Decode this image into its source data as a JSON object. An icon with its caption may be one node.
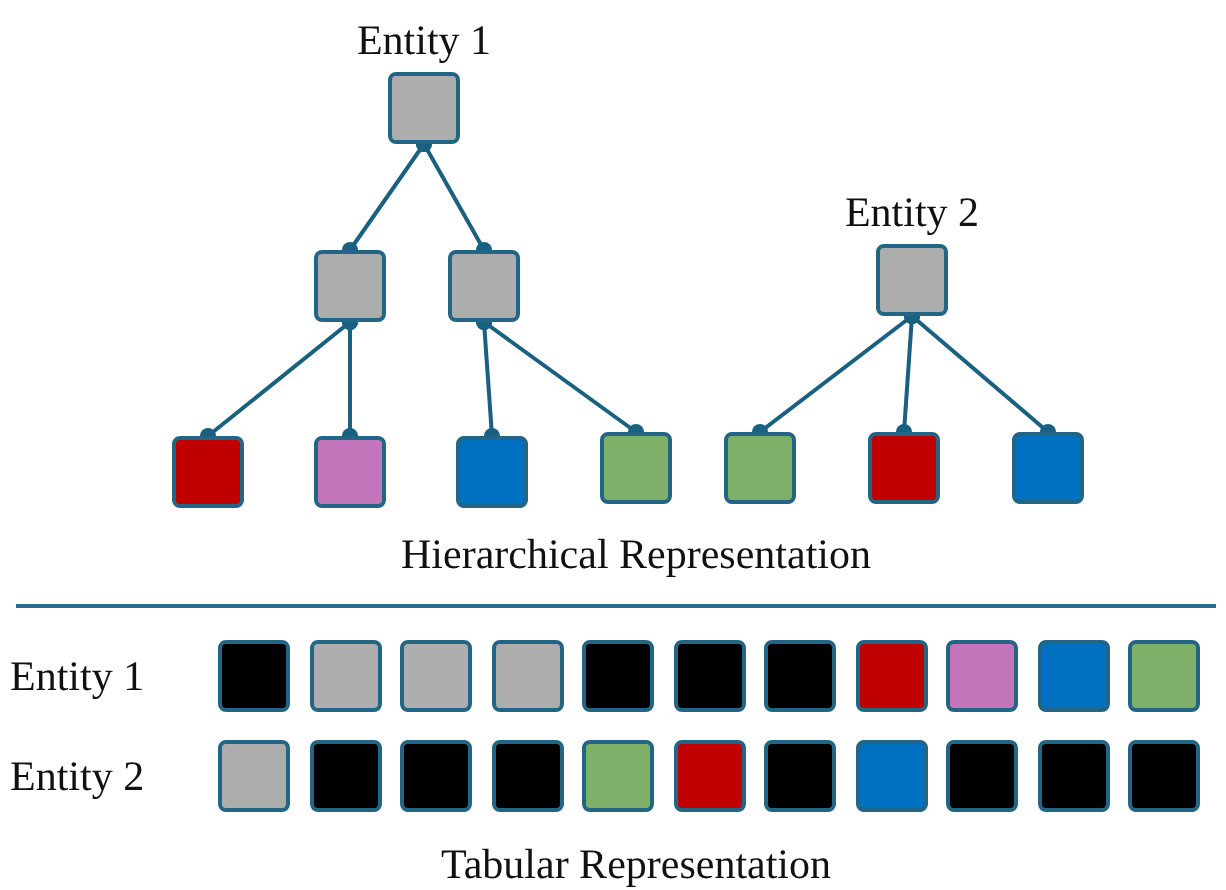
{
  "diagram": {
    "nodes": [
      {
        "text": [
          "Entity 1"
        ]
      },
      {
        "text": [],
        "shape": "box"
      },
      {
        "text": [],
        "shape": "box"
      },
      {
        "text": [
          "Entity 2"
        ]
      },
      {
        "text": [],
        "shape": "box"
      },
      {
        "text": [],
        "shape": "box"
      },
      {
        "text": [],
        "shape": "box"
      },
      {
        "text": [],
        "shape": "box"
      },
      {
        "text": [],
        "shape": "box"
      },
      {
        "text": [],
        "shape": "box"
      },
      {
        "text": [],
        "shape": "box"
      },
      {
        "text": [],
        "shape": "box"
      },
      {
        "text": [],
        "shape": "box"
      },
      {
        "text": [],
        "shape": "box"
      },
      {
        "text": [],
        "shape": "box"
      },
      {
        "text": [],
        "shape": "box"
      },
      {
        "text": [],
        "shape": "box"
      },
      {
        "text": [],
        "shape": "box"
      },
      {
        "text": [],
        "shape": "box"
      },
      {
        "text": [],
        "shape": "box"
      },
      {
        "text": [],
        "shape": "box"
      },
      {
        "text": [],
        "shape": "box"
      },
      {
        "text": [],
        "shape": "box"
      },
      {
        "text": [],
        "shape": "box"
      },
      {
        "text": [],
        "shape": "box"
      },
      {
        "text": [],
        "shape": "box"
      },
      {
        "text": [],
        "shape": "box"
      },
      {
        "text": [],
        "shape": "box"
      },
      {
        "text": [],
        "shape": "box"
      },
      {
        "text": [],
        "shape": "box"
      },
      {
        "text": [],
        "shape": "box"
      },
      {
        "text": [],
        "shape": "box"
      },
      {
        "text": [],
        "shape": "box"
      }
    ],
    "edges": [
      {
        "from": 0,
        "to": 1,
        "arrow": "other"
      },
      {
        "from": 0,
        "to": 2,
        "arrow": "other"
      },
      {
        "from": 1,
        "to": 4,
        "arrow": "other"
      },
      {
        "from": 1,
        "to": 5,
        "arrow": "other"
      },
      {
        "from": 2,
        "to": 6,
        "arrow": "other"
      },
      {
        "from": 2,
        "to": 7,
        "arrow": "other"
      },
      {
        "from": 3,
        "to": 8,
        "arrow": "other"
      },
      {
        "from": 3,
        "to": 9,
        "arrow": "other"
      },
      {
        "from": 3,
        "to": 10,
        "arrow": "other"
      }
    ],
    "labels": [
      "Hierarchical Representation",
      "Entity 1",
      "Entity 2",
      "Tabular Representation"
    ]
  }
}
